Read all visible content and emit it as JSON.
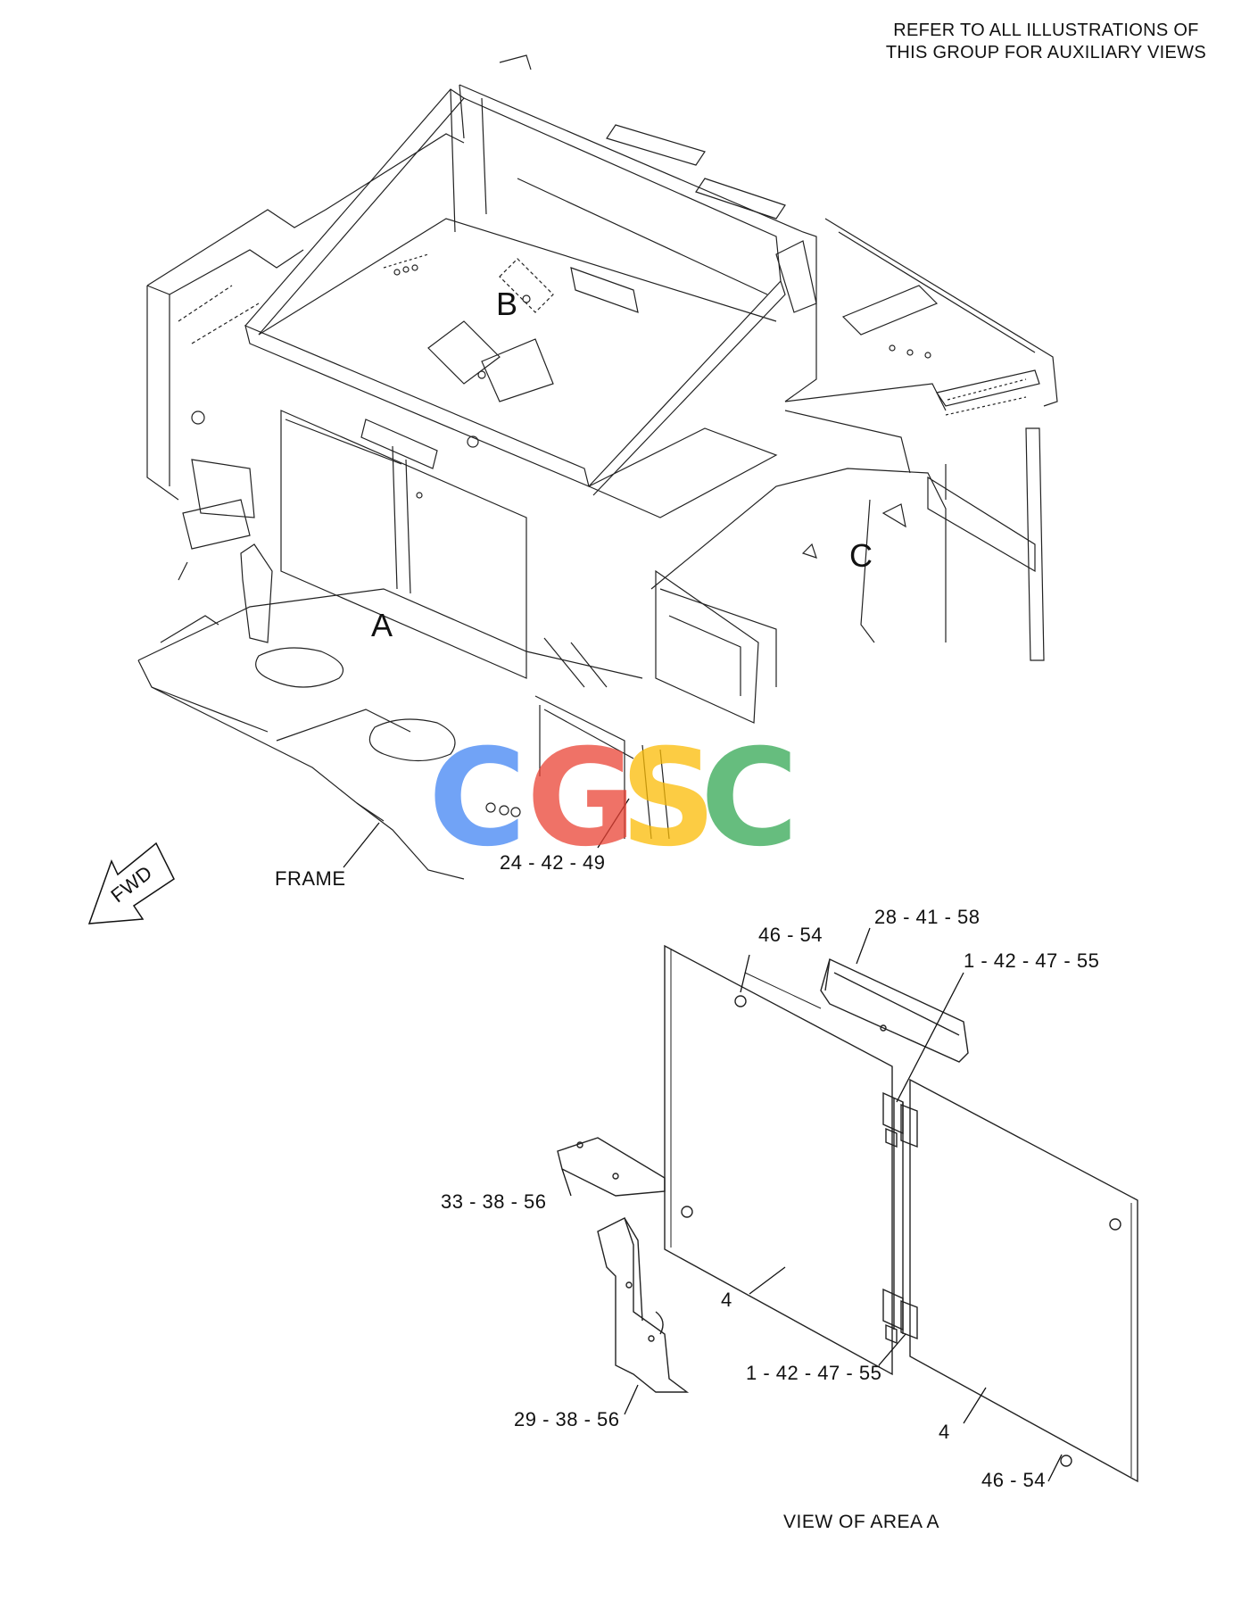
{
  "note": {
    "line1": "REFER TO ALL ILLUSTRATIONS OF",
    "line2": "THIS GROUP FOR AUXILIARY VIEWS"
  },
  "areas": {
    "a": "A",
    "b": "B",
    "c": "C"
  },
  "fwd_label": "FWD",
  "callouts": {
    "frame": "FRAME",
    "part_24_42_49": "24 - 42 - 49",
    "part_46_54_top": "46 - 54",
    "part_28_41_58": "28 - 41 - 58",
    "part_1_42_47_55_top": "1 - 42 - 47 - 55",
    "part_33_38_56": "33 - 38 - 56",
    "part_4_left": "4",
    "part_1_42_47_55_bottom": "1 - 42 - 47 - 55",
    "part_29_38_56": "29 - 38 - 56",
    "part_4_right": "4",
    "part_46_54_bottom": "46 - 54"
  },
  "view_caption": "VIEW OF AREA A",
  "watermark": {
    "letters": [
      "C",
      "G",
      "S",
      "C"
    ],
    "colors": [
      "#4285f4",
      "#ea4335",
      "#fbbc05",
      "#34a853"
    ]
  }
}
